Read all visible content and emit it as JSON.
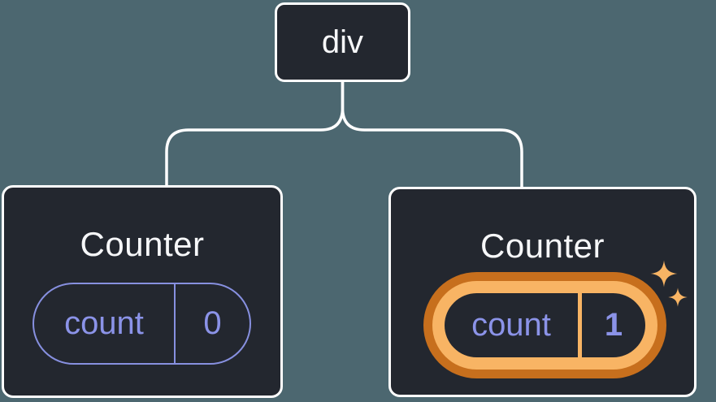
{
  "diagram": {
    "type": "component-tree",
    "root": {
      "label": "div"
    },
    "children": [
      {
        "title": "Counter",
        "state": {
          "key": "count",
          "value": "0"
        },
        "highlighted": false
      },
      {
        "title": "Counter",
        "state": {
          "key": "count",
          "value": "1"
        },
        "highlighted": true,
        "highlight_icon": "sparkles-icon"
      }
    ]
  },
  "colors": {
    "background": "#4C6770",
    "node_fill": "#23272F",
    "node_border": "#FFFFFF",
    "connector": "#FFFFFF",
    "title_text": "#F6F7F9",
    "purple": "#8B93E8",
    "purple_border": "#8790E0",
    "orange_outer": "#C76F1D",
    "orange_inner": "#F8B464"
  }
}
